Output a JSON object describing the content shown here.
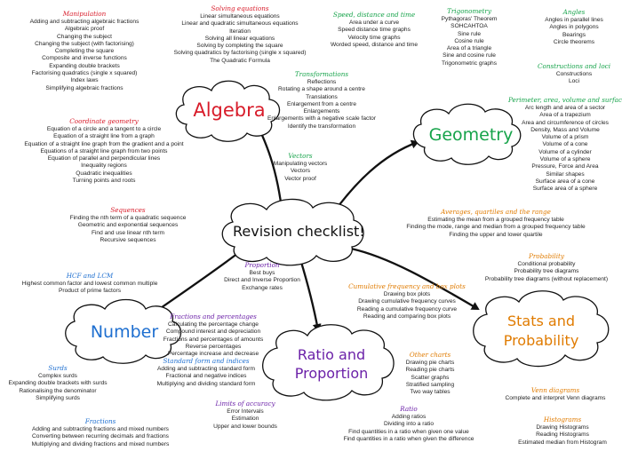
{
  "colors": {
    "red": "#d81c2a",
    "green": "#16a34a",
    "blue": "#1e6fd0",
    "purple": "#6b21a8",
    "orange": "#e07b00",
    "black": "#111111"
  },
  "clouds": {
    "center": "Revision checklist!",
    "algebra": "Algebra",
    "geometry": "Geometry",
    "number": "Number",
    "ratio_line1": "Ratio and",
    "ratio_line2": "Proportion",
    "stats_line1": "Stats and",
    "stats_line2": "Probability"
  },
  "sections": {
    "manipulation": {
      "title": "Manipulation",
      "items": [
        "Adding and subtracting algebraic fractions",
        "Algebraic proof",
        "Changing the subject",
        "Changing the subject (with factorising)",
        "Completing the square",
        "Composite and inverse functions",
        "Expanding double brackets",
        "Factorising quadratics (single x squared)",
        "Index laws",
        "Simplifying algebraic fractions"
      ]
    },
    "solving": {
      "title": "Solving equations",
      "items": [
        "Linear simultaneous equations",
        "Linear and quadratic simultaneous equations",
        "Iteration",
        "Solving all linear equations",
        "Solving by completing the square",
        "Solving quadratics by factorising (single x squared)",
        "The Quadratic Formula"
      ]
    },
    "coordinate": {
      "title": "Coordinate geometry",
      "items": [
        "Equation of a circle and a tangent to a circle",
        "Equation of a straight line from a graph",
        "Equation of a straight line graph from the gradient and a point",
        "Equations of a straight line graph from two points",
        "Equation of parallel and perpendicular lines",
        "Inequality regions",
        "Quadratic inequalities",
        "Turning points and roots"
      ]
    },
    "sequences": {
      "title": "Sequences",
      "items": [
        "Finding the nth term of a quadratic sequence",
        "Geometric and exponential sequences",
        "Find and use linear nth term",
        "Recursive sequences"
      ]
    },
    "hcf": {
      "title": "HCF and LCM",
      "items": [
        "Highest common factor and lowest common multiple",
        "Product of prime factors"
      ]
    },
    "surds": {
      "title": "Surds",
      "items": [
        "Complex surds",
        "Expanding double brackets with surds",
        "Rationalising the denominator",
        "Simplifying surds"
      ]
    },
    "fractions": {
      "title": "Fractions",
      "items": [
        "Adding and subtracting fractions and mixed numbers",
        "Converting between recurring decimals and fractions",
        "Multiplying and dividing fractions and mixed numbers"
      ]
    },
    "speed": {
      "title": "Speed, distance and time",
      "items": [
        "Area under a curve",
        "Speed distance time graphs",
        "Velocity time graphs",
        "Worded speed, distance and time"
      ]
    },
    "trig": {
      "title": "Trigonometry",
      "items": [
        "Pythagoras' Theorem",
        "SOHCAHTOA",
        "Sine rule",
        "Cosine rule",
        "Area of a triangle",
        "Sine and cosine rule",
        "Trigonometric graphs"
      ]
    },
    "angles": {
      "title": "Angles",
      "items": [
        "Angles in parallel lines",
        "Angles in polygons",
        "Bearings",
        "Circle theorems"
      ]
    },
    "constructions": {
      "title": "Constructions and loci",
      "items": [
        "Constructions",
        "Loci"
      ]
    },
    "transformations": {
      "title": "Transformations",
      "items": [
        "Reflections",
        "Rotating a shape around a centre",
        "Translations",
        "Enlargement from a centre",
        "Enlargements",
        "Enlargements with a negative scale factor",
        "Identify the transformation"
      ]
    },
    "perimeter": {
      "title": "Perimeter, area, volume and surface area",
      "items": [
        "Arc length and area of a sector",
        "Area of a trapezium",
        "Area and circumference of circles",
        "Density, Mass and Volume",
        "Volume of a prism",
        "Volume of a cone",
        "Volume of a cylinder",
        "Volume of a sphere",
        "Pressure, Force and Area",
        "Similar shapes",
        "Surface area of a cone",
        "Surface area of a sphere"
      ]
    },
    "vectors": {
      "title": "Vectors",
      "items": [
        "Manipulating vectors",
        "Vectors",
        "Vector proof"
      ]
    },
    "averages": {
      "title": "Averages, quartiles and the range",
      "items": [
        "Estimating the mean from a grouped frequency table",
        "Finding the mode, range and median from a grouped frequency table",
        "Finding the upper and lower quartile"
      ]
    },
    "probability": {
      "title": "Probability",
      "items": [
        "Conditional probability",
        "Probability tree diagrams",
        "Probability tree diagrams (without replacement)"
      ]
    },
    "proportion": {
      "title": "Proportion",
      "items": [
        "Best buys",
        "Direct and Inverse Proportion",
        "Exchange rates"
      ]
    },
    "fractionsperc": {
      "title": "Fractions and percentages",
      "items": [
        "Calculating the percentage change",
        "Compound interest and depreciation",
        "Fractions and percentages of amounts",
        "Reverse percentages",
        "Percentage increase and decrease"
      ]
    },
    "standard": {
      "title": "Standard form and indices",
      "items": [
        "Adding and subtracting standard form",
        "Fractional and negative indices",
        "Multiplying and dividing standard form"
      ]
    },
    "limits": {
      "title": "Limits of accuracy",
      "items": [
        "Error Intervals",
        "Estimation",
        "Upper and lower bounds"
      ]
    },
    "ratio": {
      "title": "Ratio",
      "items": [
        "Adding ratios",
        "Dividing into a ratio",
        "Find quantities in a ratio when given one value",
        "Find quantities in a ratio when given the difference"
      ]
    },
    "cumulative": {
      "title": "Cumulative frequency and box plots",
      "items": [
        "Drawing box plots",
        "Drawing cumulative frequency curves",
        "Reading a cumulative frequency curve",
        "Reading and comparing box plots"
      ]
    },
    "other": {
      "title": "Other charts",
      "items": [
        "Drawing pie charts",
        "Reading pie charts",
        "Scatter graphs",
        "Stratified sampling",
        "Two way tables"
      ]
    },
    "venn": {
      "title": "Venn diagrams",
      "items": [
        "Complete and interpret Venn diagrams"
      ]
    },
    "histograms": {
      "title": "Histograms",
      "items": [
        "Drawing Histograms",
        "Reading Histograms",
        "Estimated median from Histogram"
      ]
    }
  }
}
